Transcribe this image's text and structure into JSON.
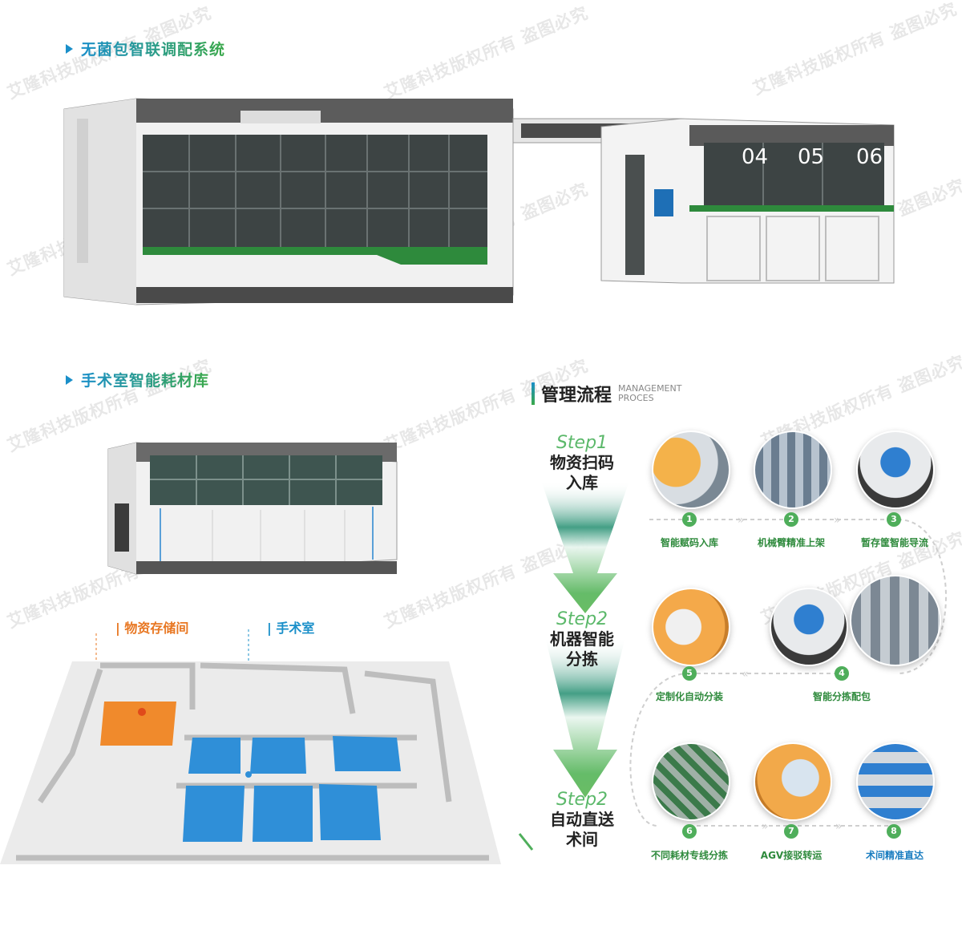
{
  "sections": {
    "sterile": {
      "title": "无菌包智联调配系统"
    },
    "or_storage": {
      "title": "手术室智能耗材库"
    }
  },
  "machine": {
    "bay_numbers": [
      "04",
      "05",
      "06"
    ]
  },
  "floorplan": {
    "storage_label": "物资存储间",
    "or_label": "手术室"
  },
  "process": {
    "title_zh": "管理流程",
    "title_en_1": "MANAGEMENT",
    "title_en_2": "PROCES",
    "steps": [
      {
        "en": "Step1",
        "zh1": "物资扫码",
        "zh2": "入库"
      },
      {
        "en": "Step2",
        "zh1": "机器智能",
        "zh2": "分拣"
      },
      {
        "en": "Step2",
        "zh1": "自动直送",
        "zh2": "术间"
      }
    ],
    "items": [
      {
        "num": "1",
        "label": "智能赋码入库"
      },
      {
        "num": "2",
        "label": "机械臂精准上架"
      },
      {
        "num": "3",
        "label": "暂存筐智能导流"
      },
      {
        "num": "4",
        "label": "智能分拣配包"
      },
      {
        "num": "5",
        "label": "定制化自动分装"
      },
      {
        "num": "6",
        "label": "不同耗材专线分拣"
      },
      {
        "num": "7",
        "label": "AGV接驳转运"
      },
      {
        "num": "8",
        "label": "术间精准直达"
      }
    ]
  },
  "watermark": "艾隆科技版权所有 盗图必究",
  "colors": {
    "green": "#2e8a3c",
    "blue": "#1a8fc9",
    "orange": "#e87722"
  }
}
